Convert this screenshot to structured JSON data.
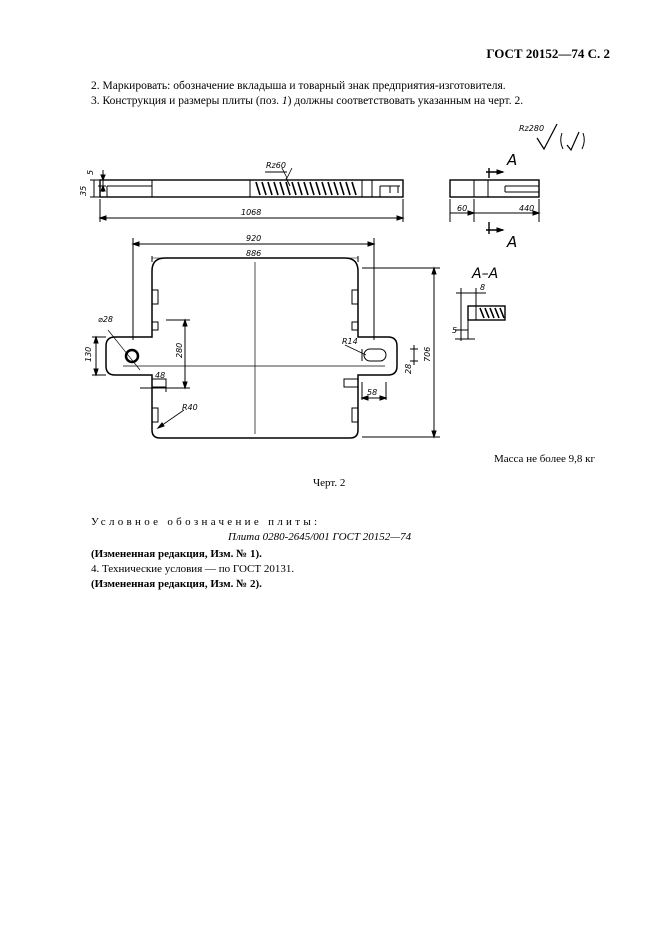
{
  "header": {
    "title": "ГОСТ 20152—74 С. 2"
  },
  "paragraphs": {
    "p1": "2. Маркировать: обозначение вкладыша и товарный знак предприятия-изготовителя.",
    "p2_before": "3. Конструкция и размеры плиты (поз. ",
    "p2_italic": "1",
    "p2_after": ") должны соответствовать указанным на черт. 2."
  },
  "drawing": {
    "labels": {
      "rz_top": "Rz280",
      "rz_mid": "Rz60",
      "dim_5": "5",
      "dim_35": "35",
      "dim_1068": "1068",
      "dim_920": "920",
      "dim_886": "886",
      "dim_d28": "⌀28",
      "dim_130": "130",
      "dim_280": "280",
      "dim_48": "48",
      "dim_r40": "R40",
      "dim_r14": "R14",
      "dim_28": "28",
      "dim_58": "58",
      "dim_706": "706",
      "dim_60": "60",
      "dim_440": "440",
      "section_a_top": "A",
      "section_a_bottom": "A",
      "section_aa": "A–A",
      "dim_8": "8",
      "dim_5b": "5"
    }
  },
  "mass": "Масса не более 9,8 кг",
  "caption": "Черт. 2",
  "designation": {
    "label": "Условное обозначение плиты:",
    "value": "Плита 0280-2645/001 ГОСТ 20152—74"
  },
  "edits": {
    "e1": "(Измененная редакция, Изм. № 1).",
    "e2": "4. Технические условия — по ГОСТ 20131.",
    "e3": "(Измененная редакция, Изм. № 2)."
  }
}
